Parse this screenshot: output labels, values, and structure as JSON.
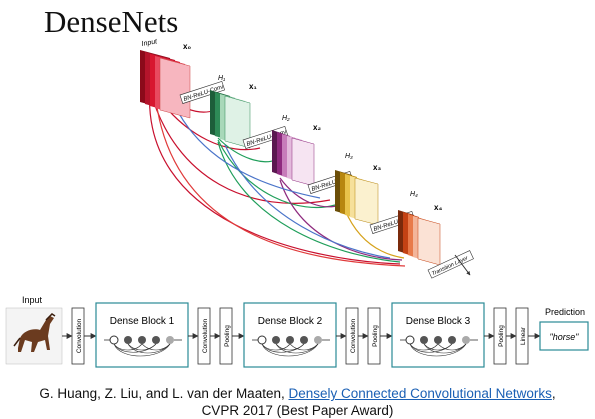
{
  "title": "DenseNets",
  "block_diagram": {
    "input_label": "Input",
    "labels": {
      "input_tensor": "Input",
      "x0": "x₀",
      "h1": "H₁",
      "x1": "x₁",
      "h2": "H₂",
      "x2": "x₂",
      "h3": "H₃",
      "x3": "x₃",
      "h4": "H₄",
      "x4": "x₄",
      "bn_relu_conv": "BN-ReLU-Conv",
      "transition": "Transition Layer"
    }
  },
  "pipeline": {
    "input_label": "Input",
    "stages": {
      "conv1": "Convolution",
      "block1": "Dense Block 1",
      "conv2": "Convolution",
      "pool2": "Pooling",
      "block2": "Dense Block 2",
      "conv3": "Convolution",
      "pool3": "Pooling",
      "block3": "Dense Block 3",
      "pool4": "Pooling",
      "linear": "Linear"
    },
    "prediction_label": "Prediction",
    "prediction_value": "\"horse\""
  },
  "citation": {
    "authors": "G. Huang, Z. Liu, and L. van der Maaten,",
    "paper_link": "Densely Connected Convolutional Networks",
    "trailing": ",",
    "venue": "CVPR 2017 (Best Paper Award)"
  },
  "colors": {
    "block_border": "#2a8a95",
    "arrow": "#333333",
    "layer_red": "#d7172f",
    "layer_green": "#2e8b57",
    "layer_purple": "#8e2a7e",
    "layer_yellow": "#d6a21b",
    "layer_orange": "#e0501e"
  }
}
